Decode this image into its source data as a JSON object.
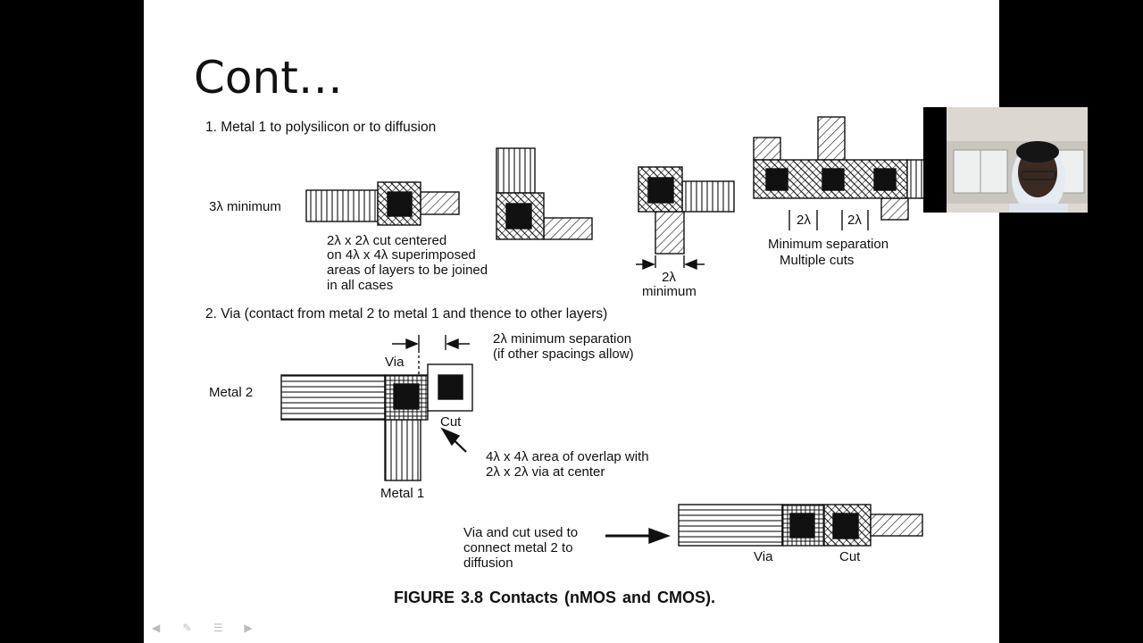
{
  "slide": {
    "title": "Cont…",
    "caption": "FIGURE 3.8   Contacts (nMOS and CMOS)."
  },
  "section1": {
    "heading": "1.  Metal 1 to polysilicon or to diffusion",
    "min_label": "3λ minimum",
    "note_lines": [
      "2λ x 2λ cut centered",
      "on 4λ x 4λ superimposed",
      "areas of layers to be joined",
      "in all cases"
    ],
    "dim_2l": "2λ",
    "minimum": "minimum",
    "sep_2l_a": "2λ",
    "sep_2l_b": "2λ",
    "min_sep": "Minimum separation",
    "multi_cuts": "Multiple cuts"
  },
  "section2": {
    "heading": "2.  Via (contact from metal 2 to metal 1 and thence to other layers)",
    "via_label": "Via",
    "sep_line1": "2λ minimum separation",
    "sep_line2": "(if other spacings allow)",
    "metal2": "Metal 2",
    "metal1": "Metal 1",
    "cut_label": "Cut",
    "overlap_line1": "4λ x 4λ area of overlap with",
    "overlap_line2": "2λ x 2λ via at center",
    "via_cut_lines": [
      "Via and cut used to",
      "connect metal 2 to",
      "diffusion"
    ],
    "bottom_via": "Via",
    "bottom_cut": "Cut"
  },
  "icons": [
    "prev-icon",
    "pen-icon",
    "menu-icon",
    "next-icon"
  ]
}
